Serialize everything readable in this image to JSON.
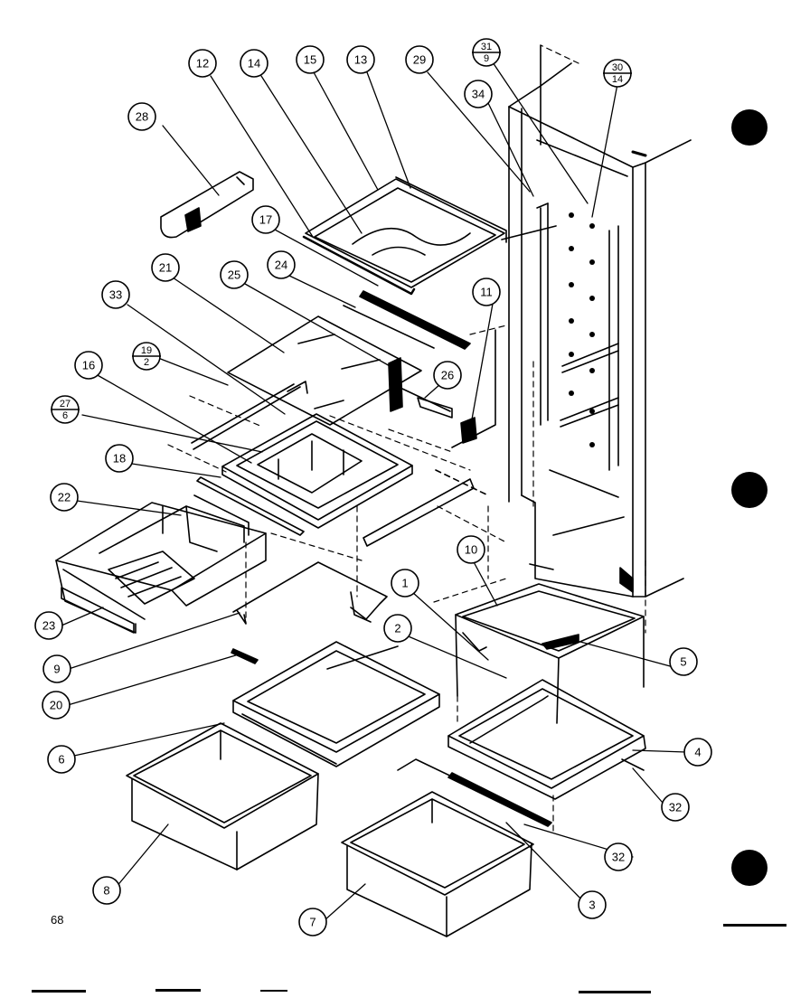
{
  "page_number": "68",
  "callouts": [
    {
      "id": "c12",
      "label": "12"
    },
    {
      "id": "c14",
      "label": "14"
    },
    {
      "id": "c15",
      "label": "15"
    },
    {
      "id": "c13",
      "label": "13"
    },
    {
      "id": "c29",
      "label": "29"
    },
    {
      "id": "c31",
      "numerator": "31",
      "denominator": "9"
    },
    {
      "id": "c30",
      "numerator": "30",
      "denominator": "14"
    },
    {
      "id": "c28",
      "label": "28"
    },
    {
      "id": "c34",
      "label": "34"
    },
    {
      "id": "c17",
      "label": "17"
    },
    {
      "id": "c21",
      "label": "21"
    },
    {
      "id": "c25",
      "label": "25"
    },
    {
      "id": "c24",
      "label": "24"
    },
    {
      "id": "c33",
      "label": "33"
    },
    {
      "id": "c11",
      "label": "11"
    },
    {
      "id": "c19",
      "numerator": "19",
      "denominator": "2"
    },
    {
      "id": "c16",
      "label": "16"
    },
    {
      "id": "c26",
      "label": "26"
    },
    {
      "id": "c27",
      "numerator": "27",
      "denominator": "6"
    },
    {
      "id": "c18",
      "label": "18"
    },
    {
      "id": "c22",
      "label": "22"
    },
    {
      "id": "c10",
      "label": "10"
    },
    {
      "id": "c1",
      "label": "1"
    },
    {
      "id": "c23",
      "label": "23"
    },
    {
      "id": "c2",
      "label": "2"
    },
    {
      "id": "c5",
      "label": "5"
    },
    {
      "id": "c9",
      "label": "9"
    },
    {
      "id": "c20",
      "label": "20"
    },
    {
      "id": "c4",
      "label": "4"
    },
    {
      "id": "c6",
      "label": "6"
    },
    {
      "id": "c32a",
      "label": "32"
    },
    {
      "id": "c32b",
      "label": "32"
    },
    {
      "id": "c8",
      "label": "8"
    },
    {
      "id": "c3",
      "label": "3"
    },
    {
      "id": "c7",
      "label": "7"
    }
  ]
}
